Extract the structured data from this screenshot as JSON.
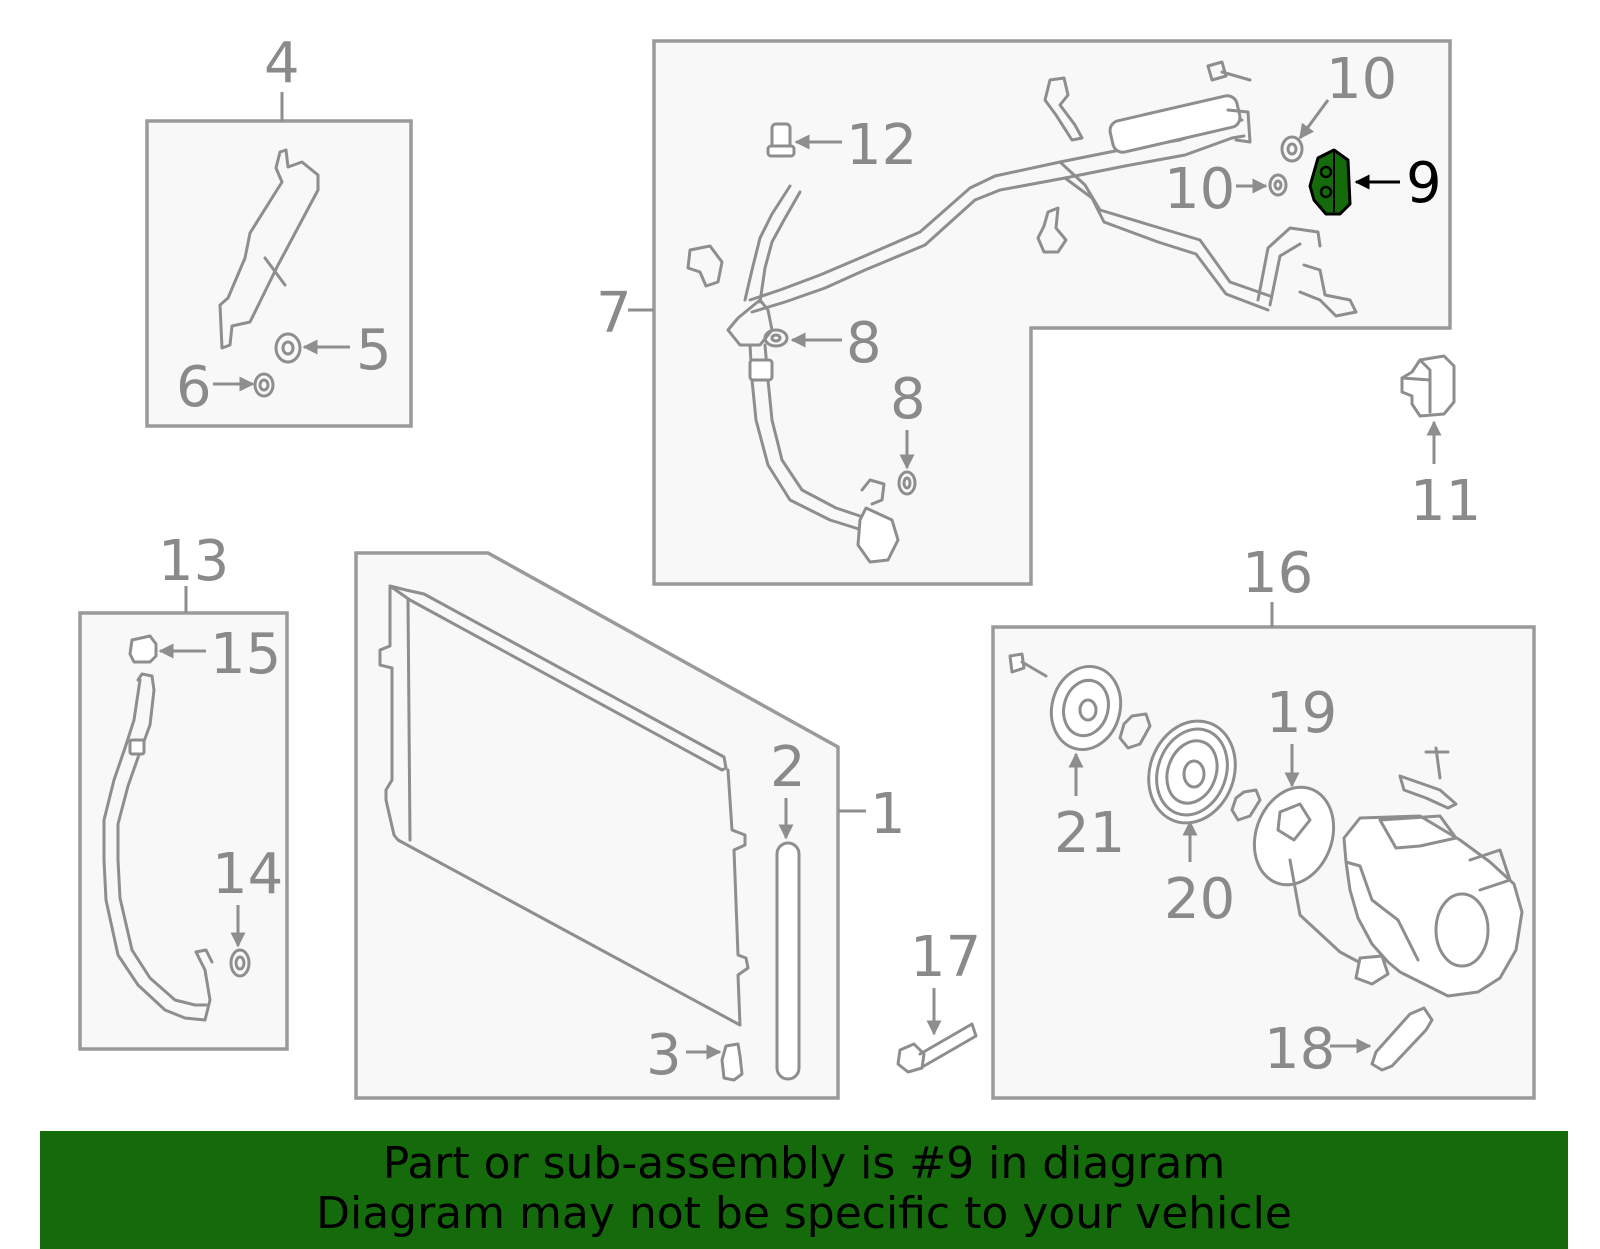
{
  "callouts": {
    "c1": "1",
    "c2": "2",
    "c3": "3",
    "c4": "4",
    "c5": "5",
    "c6": "6",
    "c7": "7",
    "c8a": "8",
    "c8b": "8",
    "c9": "9",
    "c10a": "10",
    "c10b": "10",
    "c11": "11",
    "c12": "12",
    "c13": "13",
    "c14": "14",
    "c15": "15",
    "c16": "16",
    "c17": "17",
    "c18": "18",
    "c19": "19",
    "c20": "20",
    "c21": "21"
  },
  "highlight": {
    "part": "9",
    "color": "#156a0c"
  },
  "banner": {
    "line1": "Part or sub-assembly is #9 in diagram",
    "line2": "Diagram may not be specific to your vehicle",
    "background": "#156a0c"
  }
}
